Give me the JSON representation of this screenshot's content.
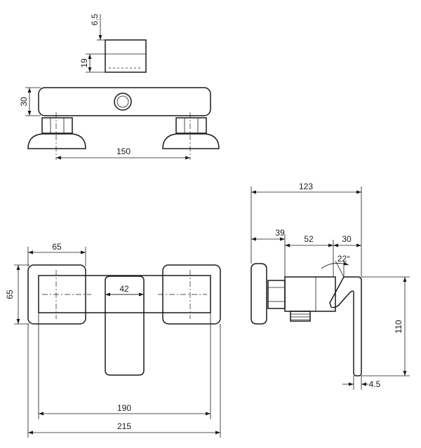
{
  "dimensions": {
    "top_height_small": "6.5",
    "top_height_block": "19",
    "top_body_height": "30",
    "top_centers": "150",
    "front_width_end": "65",
    "front_height_end": "65",
    "front_lever_width": "42",
    "front_inner_width": "190",
    "front_total_width": "215",
    "side_total_depth": "123",
    "side_wall_offset": "39",
    "side_body_length": "52",
    "side_lever_length": "30",
    "side_angle": "22°",
    "side_height": "110",
    "side_lever_thickness": "4.5"
  }
}
